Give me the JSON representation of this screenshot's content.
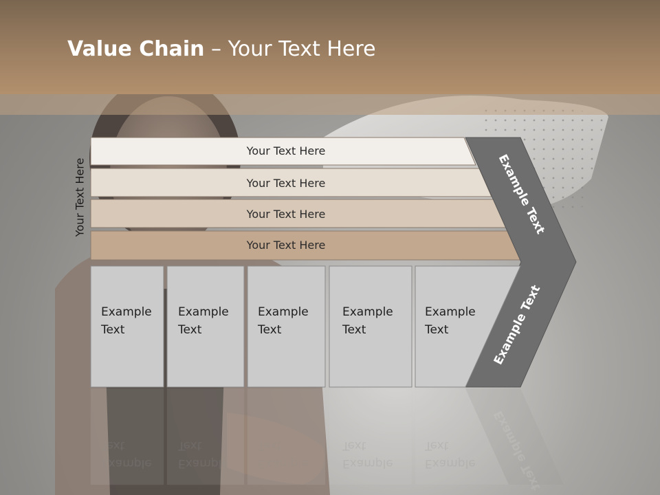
{
  "slide": {
    "title_bold": "Value Chain",
    "title_rest": " – Your Text Here",
    "side_label": "Your Text Here"
  },
  "bars": [
    {
      "label": "Your Text Here",
      "color": "#f2efeb"
    },
    {
      "label": "Your Text Here",
      "color": "#e6ddd3"
    },
    {
      "label": "Your Text Here",
      "color": "#d8c8b8"
    },
    {
      "label": "Your Text Here",
      "color": "#c3a890"
    }
  ],
  "boxes": [
    {
      "line1": "Example",
      "line2": "Text"
    },
    {
      "line1": "Example",
      "line2": "Text"
    },
    {
      "line1": "Example",
      "line2": "Text"
    },
    {
      "line1": "Example",
      "line2": "Text"
    },
    {
      "line1": "Example",
      "line2": "Text"
    }
  ],
  "chevron": {
    "top_label": "Example Text",
    "bottom_label": "Example Text",
    "color": "#6e6e6e"
  },
  "colors": {
    "title_band": "#9c7f62",
    "box_fill": "#cbcbcb",
    "box_border": "#8a8a8a"
  }
}
